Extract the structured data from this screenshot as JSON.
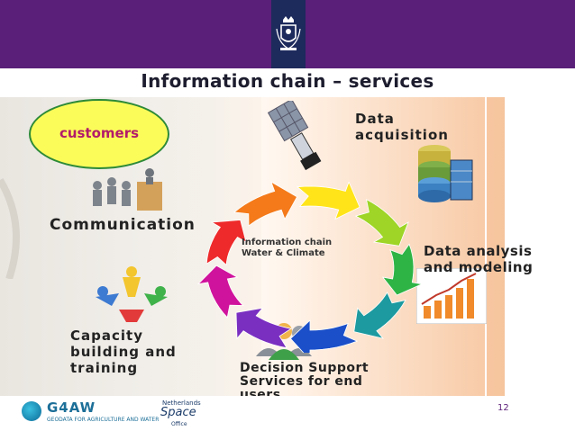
{
  "slide": {
    "title": "Information chain – services",
    "page_number": "12"
  },
  "badge": {
    "label": "customers"
  },
  "labels": {
    "communication": "Communication",
    "data_acquisition_1": "Data",
    "data_acquisition_2": "acquisition",
    "data_analysis_1": "Data analysis",
    "data_analysis_2": "and modeling",
    "capacity_1": "Capacity",
    "capacity_2": "building and",
    "capacity_3": "training",
    "dss_1": "Decision Support",
    "dss_2": "Services for end",
    "dss_3": "users"
  },
  "cycle": {
    "center_line1": "Information chain",
    "center_line2": "Water & Climate",
    "colors": [
      "#ffe41a",
      "#9ed526",
      "#2db445",
      "#1c9aa0",
      "#1a4fc9",
      "#7a2fc1",
      "#d0139c",
      "#ee2a2a",
      "#f47a1a"
    ]
  },
  "footer": {
    "logo_name": "G4AW",
    "logo_sub": "GEODATA FOR AGRICULTURE AND WATER",
    "partner_line1": "Netherlands",
    "partner_line2": "Space",
    "partner_line3": "Office"
  },
  "colors": {
    "header": "#5a1f78",
    "badge_fill": "#fbfb5a",
    "badge_text": "#b21b6a"
  }
}
